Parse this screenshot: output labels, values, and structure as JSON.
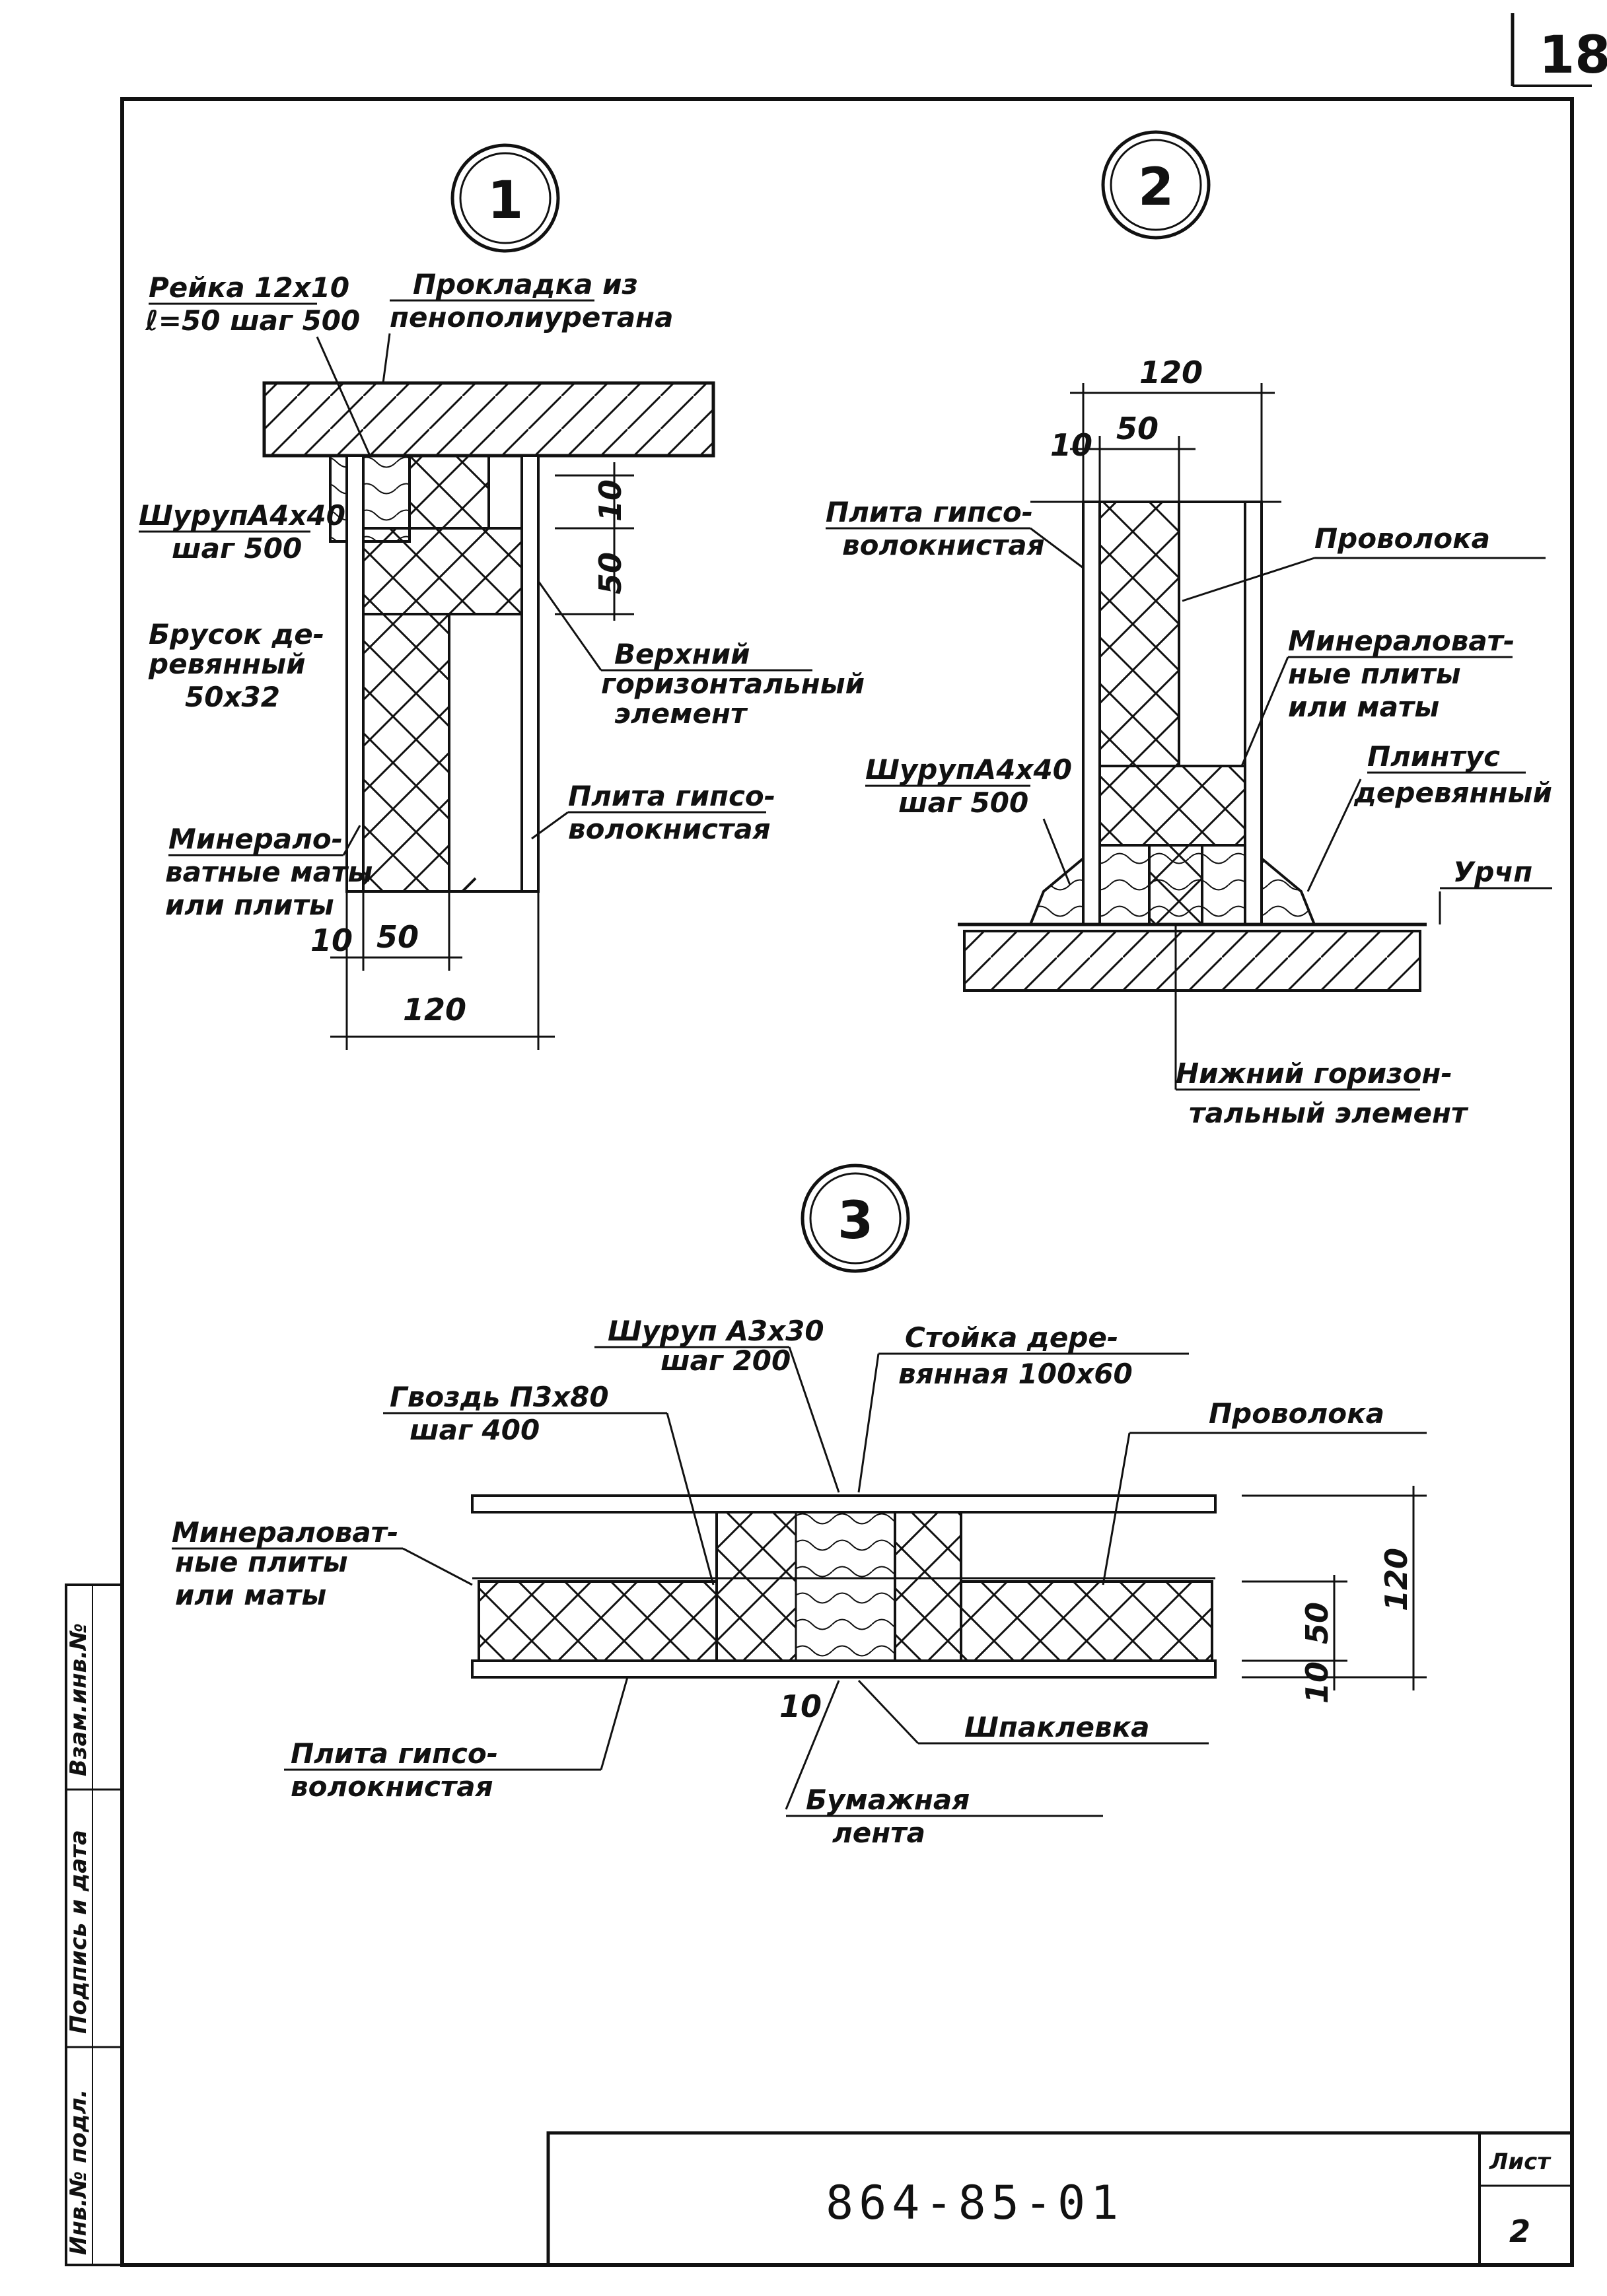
{
  "page": {
    "number": "18"
  },
  "details": {
    "d1": {
      "marker": "1",
      "rail_line1": "Рейка 12x10",
      "rail_line2": "ℓ=50 шаг 500",
      "gasket_line1": "Прокладка из",
      "gasket_line2": "пенополиуретана",
      "screw_line1": "ШурупА4х40",
      "screw_line2": "шаг 500",
      "bar_line1": "Брусок де-",
      "bar_line2": "ревянный",
      "bar_line3": "50х32",
      "upper_line1": "Верхний",
      "upper_line2": "горизонтальный",
      "upper_line3": "элемент",
      "board_line1": "Плита гипсо-",
      "board_line2": "волокнистая",
      "wool_line1": "Минерало-",
      "wool_line2": "ватные маты",
      "wool_line3": "или плиты",
      "dim_10": "10",
      "dim_50": "50",
      "dim_120": "120",
      "dim_50v": "50",
      "dim_10v": "10"
    },
    "d2": {
      "marker": "2",
      "dim_120": "120",
      "dim_10": "10",
      "dim_50": "50",
      "board_line1": "Плита гипсо-",
      "board_line2": "волокнистая",
      "wire": "Проволока",
      "wool_line1": "Минераловат-",
      "wool_line2": "ные плиты",
      "wool_line3": "или маты",
      "screw_line1": "ШурупА4х40",
      "screw_line2": "шаг 500",
      "plinth_line1": "Плинтус",
      "plinth_line2": "деревянный",
      "level": "Урчп",
      "lower_line1": "Нижний горизон-",
      "lower_line2": "тальный элемент"
    },
    "d3": {
      "marker": "3",
      "screw_line1": "Шуруп А3х30",
      "screw_line2": "шаг 200",
      "post_line1": "Стойка дере-",
      "post_line2": "вянная 100х60",
      "nail_line1": "Гвоздь П3х80",
      "nail_line2": "шаг 400",
      "wire": "Проволока",
      "wool_line1": "Минераловат-",
      "wool_line2": "ные плиты",
      "wool_line3": "или маты",
      "dim_120": "120",
      "dim_50": "50",
      "dim_10": "10",
      "dim_10b": "10",
      "board_line1": "Плита гипсо-",
      "board_line2": "волокнистая",
      "putty": "Шпаклевка",
      "tape_line1": "Бумажная",
      "tape_line2": "лента"
    }
  },
  "side_stamp": {
    "col1": "Взам.инв.№",
    "col2": "Подпись и дата",
    "col3": "Инв.№ подл."
  },
  "title_block": {
    "code": "864-85-01",
    "sheet_label": "Лист",
    "sheet_number": "2"
  }
}
